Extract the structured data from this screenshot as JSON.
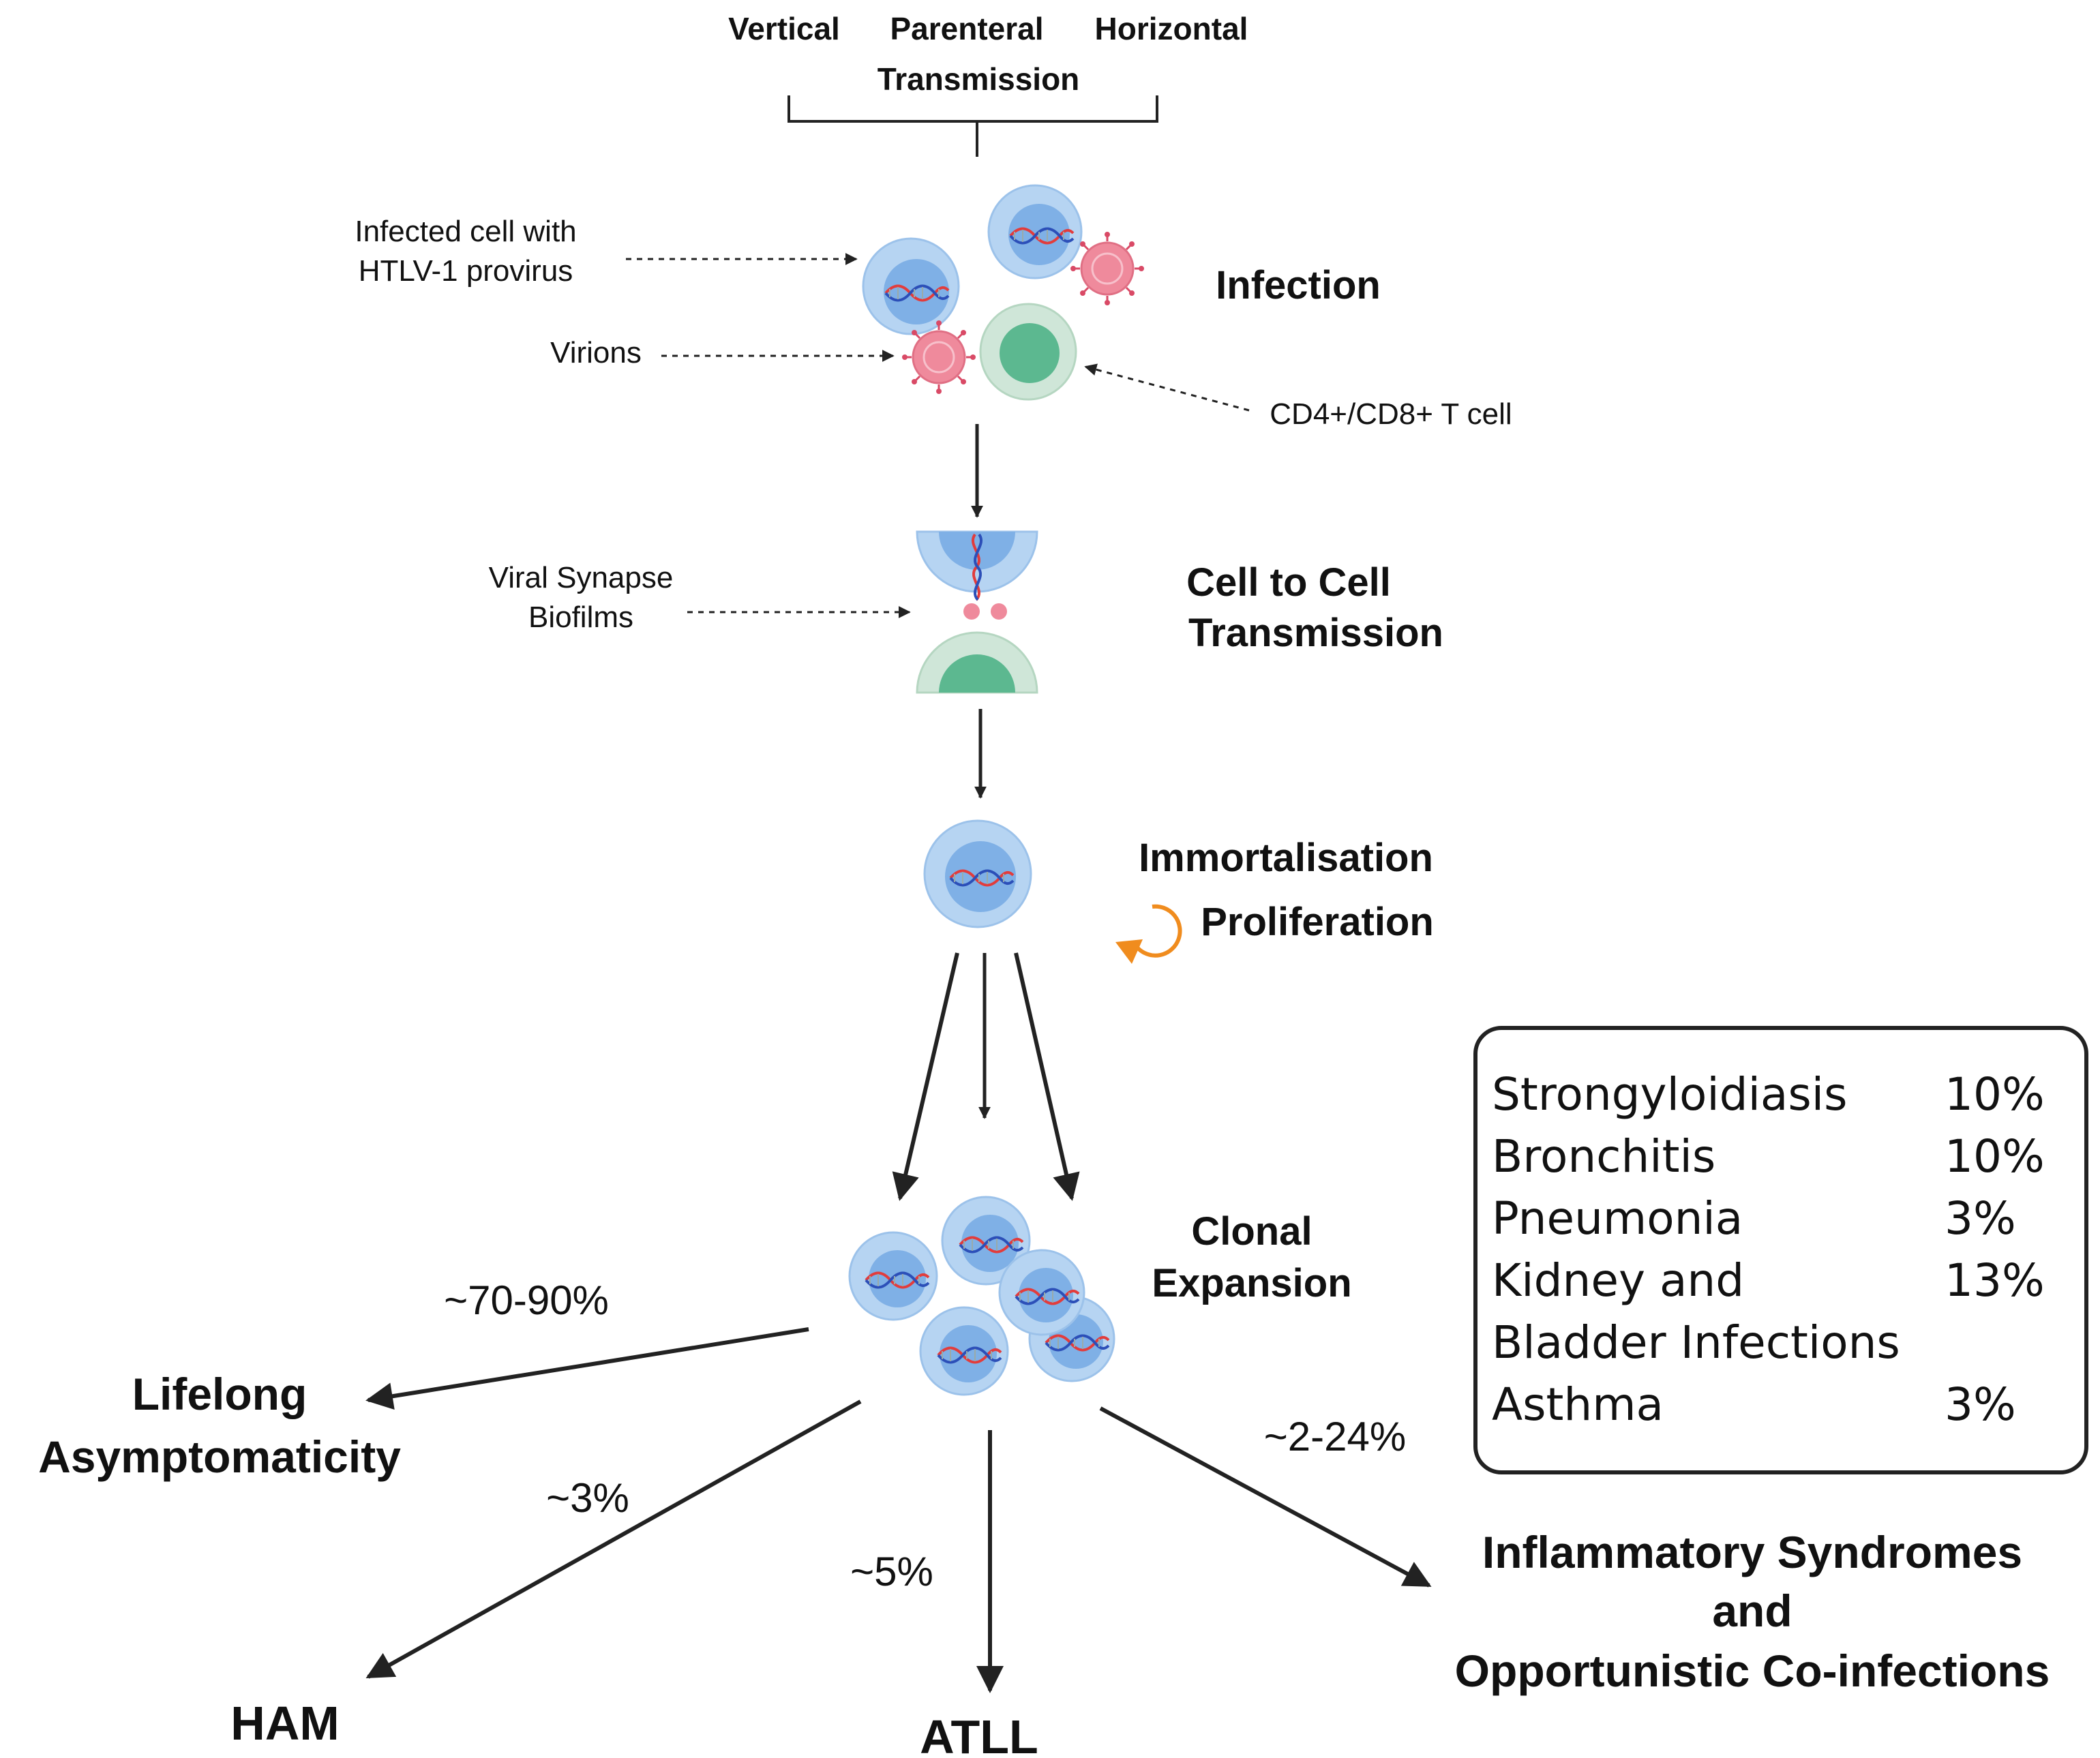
{
  "transmission": {
    "vertical": "Vertical",
    "parenteral": "Parenteral",
    "horizontal": "Horizontal",
    "transmission": "Transmission"
  },
  "infection": {
    "stage_label": "Infection",
    "infected_cell_label_1": "Infected cell with",
    "infected_cell_label_2": "HTLV-1 provirus",
    "virions_label": "Virions",
    "t_cell_label": "CD4+/CD8+ T cell"
  },
  "cell_to_cell": {
    "stage_label_1": "Cell to Cell",
    "stage_label_2": "Transmission",
    "synapse_label_1": "Viral Synapse",
    "synapse_label_2": "Biofilms"
  },
  "immortalisation": {
    "label_1": "Immortalisation",
    "label_2": "Proliferation"
  },
  "clonal": {
    "label_1": "Clonal",
    "label_2": "Expansion"
  },
  "outcomes": {
    "asymptomatic": {
      "pct": "~70-90%",
      "label_1": "Lifelong",
      "label_2": "Asymptomaticity"
    },
    "ham": {
      "pct": "~3%",
      "label": "HAM"
    },
    "atll": {
      "pct": "~5%",
      "label": "ATLL"
    },
    "inflammatory": {
      "pct": "~2-24%",
      "label_1": "Inflammatory Syndromes",
      "label_2": "and",
      "label_3": "Opportunistic Co-infections"
    }
  },
  "coinfections": [
    {
      "name": "Strongyloidiasis",
      "pct": "10%"
    },
    {
      "name": "Bronchitis",
      "pct": "10%"
    },
    {
      "name": "Pneumonia",
      "pct": "3%"
    },
    {
      "name": "Kidney and",
      "pct": "13%"
    },
    {
      "name": "Bladder Infections",
      "pct": ""
    },
    {
      "name": "Asthma",
      "pct": "3%"
    }
  ],
  "colors": {
    "infected_outer": "#b6d4f2",
    "infected_inner": "#7fb0e6",
    "tcell_outer": "#cfe6d8",
    "tcell_inner": "#5cb890",
    "virion": "#ef8a9c",
    "dna_red": "#e23c3c",
    "dna_blue": "#2c4fb8",
    "arrow": "#222222",
    "orange": "#f08c1e"
  }
}
